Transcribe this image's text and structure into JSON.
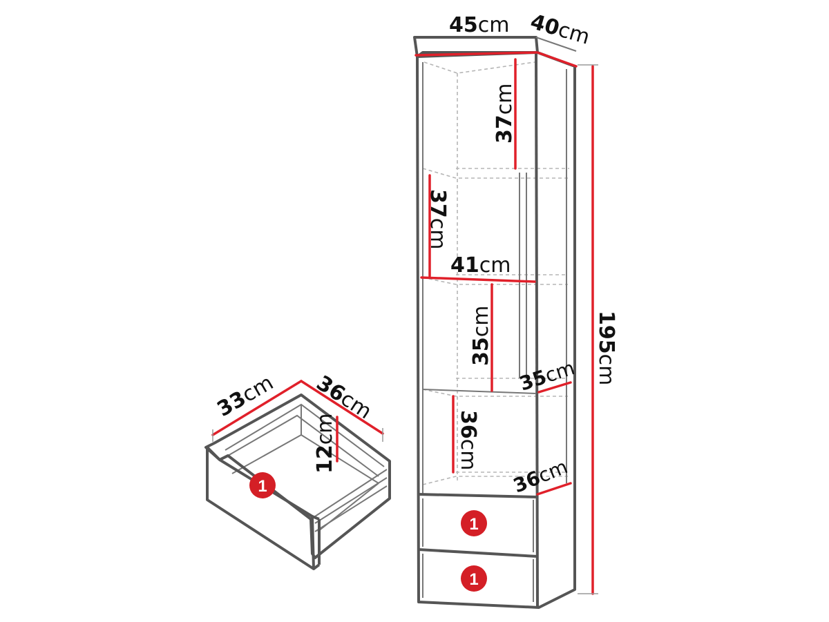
{
  "colors": {
    "dimension_line": "#e0202a",
    "badge": "#d41f26",
    "outline": "#555555",
    "hidden_lines": "#b5b5b5"
  },
  "cabinet": {
    "width": {
      "value": "45",
      "unit": "cm"
    },
    "depth": {
      "value": "40",
      "unit": "cm"
    },
    "height": {
      "value": "195",
      "unit": "cm"
    },
    "compartment_1_height": {
      "value": "37",
      "unit": "cm"
    },
    "compartment_2_height": {
      "value": "37",
      "unit": "cm"
    },
    "compartment_3_height": {
      "value": "35",
      "unit": "cm"
    },
    "compartment_4_height": {
      "value": "36",
      "unit": "cm"
    },
    "inner_width": {
      "value": "41",
      "unit": "cm"
    },
    "shelf_depth": {
      "value": "35",
      "unit": "cm"
    },
    "bottom_depth": {
      "value": "36",
      "unit": "cm"
    },
    "drawer_badges": [
      "1",
      "1"
    ]
  },
  "drawer": {
    "width": {
      "value": "33",
      "unit": "cm"
    },
    "depth": {
      "value": "36",
      "unit": "cm"
    },
    "height": {
      "value": "12",
      "unit": "cm"
    },
    "badge": "1"
  }
}
